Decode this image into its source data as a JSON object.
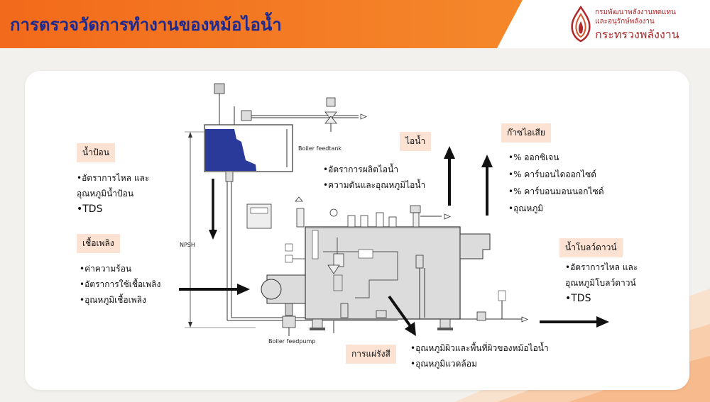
{
  "header": {
    "title": "การตรวจวัดการทำงานของหม้อไอน้ำ",
    "logo_line1": "กรมพัฒนาพลังงานทดแทน",
    "logo_line2": "และอนุรักษ์พลังงาน",
    "logo_line3": "กระทรวงพลังงาน"
  },
  "colors": {
    "accent": "#f26a1b",
    "title": "#1f2a8c",
    "label_bg": "#fbe2d3",
    "tank_water": "#2a3a9a"
  },
  "feedwater": {
    "label": "น้ำป้อน",
    "line1": "•อัตราการไหล และ",
    "line2": "อุณหภูมิน้ำป้อน",
    "line3": "•TDS"
  },
  "fuel": {
    "label": "เชื้อเพลิง",
    "line1": "•ค่าความร้อน",
    "line2": "•อัตราการใช้เชื้อเพลิง",
    "line3": "•อุณหภูมิเชื้อเพลิง"
  },
  "steam": {
    "label": "ไอน้ำ",
    "line1": "•อัตราการผลิตไอน้ำ",
    "line2": "•ความดันและอุณหภูมิไอน้ำ"
  },
  "fluegas": {
    "label": "ก๊าซไอเสีย",
    "line1": "•% ออกซิเจน",
    "line2": "•% คาร์บอนไดออกไซด์",
    "line3": "•% คาร์บอนมอนนอกไซด์",
    "line4": "•อุณหภูมิ"
  },
  "blowdown": {
    "label": "น้ำโบลว์ดาวน์",
    "line1": "•อัตราการไหล และ",
    "line2": "อุณหภูมิโบลว์ดาวน์",
    "line3": "•TDS"
  },
  "radiation": {
    "label": "การแผ่รังสี",
    "line1": "•อุณหภูมิผิวและพื้นที่ผิวของหม้อไอน้ำ",
    "line2": "•อุณหภูมิแวดล้อม"
  },
  "diagram": {
    "feedtank_label": "Boiler feedtank",
    "npsh_label": "NPSH",
    "feedpump_label": "Boiler feedpump"
  }
}
